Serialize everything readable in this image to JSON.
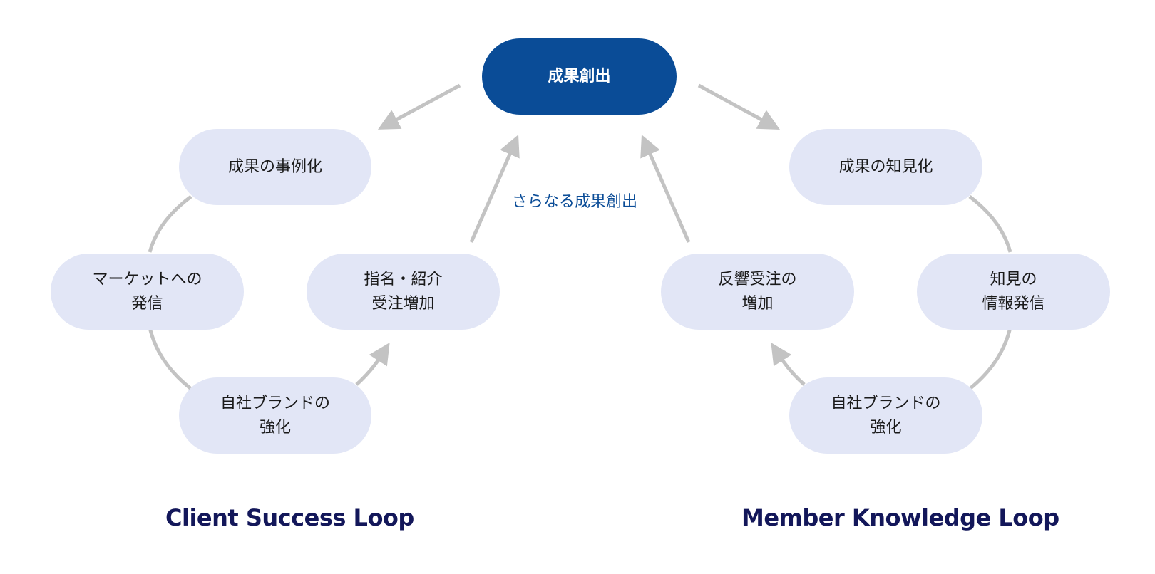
{
  "colors": {
    "top_node_fill": "#0a4c97",
    "node_fill": "#e2e6f6",
    "arrow": "#c3c3c3",
    "mid_label": "#0a4c97",
    "loop_title": "#13175a"
  },
  "top_node": {
    "label": "成果創出"
  },
  "mid_label": "さらなる成果創出",
  "client_loop": {
    "title": "Client Success Loop",
    "nodes": {
      "case_study": {
        "line1": "成果の事例化",
        "line2": ""
      },
      "market_outreach": {
        "line1": "マーケットへの",
        "line2": "発信"
      },
      "brand": {
        "line1": "自社ブランドの",
        "line2": "強化"
      },
      "referral": {
        "line1": "指名・紹介",
        "line2": "受注増加"
      }
    }
  },
  "member_loop": {
    "title": "Member Knowledge Loop",
    "nodes": {
      "knowledge": {
        "line1": "成果の知見化",
        "line2": ""
      },
      "info_outreach": {
        "line1": "知見の",
        "line2": "情報発信"
      },
      "brand": {
        "line1": "自社ブランドの",
        "line2": "強化"
      },
      "inbound": {
        "line1": "反響受注の",
        "line2": "増加"
      }
    }
  }
}
